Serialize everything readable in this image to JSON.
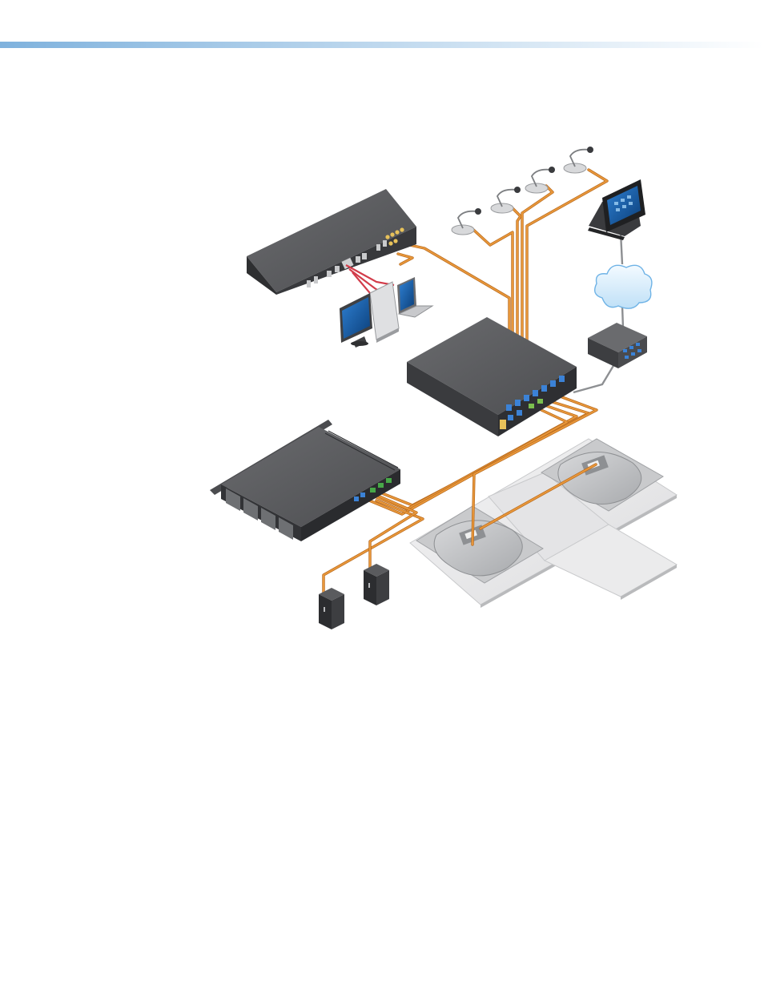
{
  "header": {
    "bar_start_color": "#7fb2dd",
    "bar_end_color": "#ffffff"
  },
  "diagram": {
    "cable_color": "#e8973a",
    "cable_edge_color": "#b86a1e",
    "video_cable_color": "#d23c4a",
    "device_top_color": "#5a5b5e",
    "device_front_color": "#3d3e41",
    "ceiling_tile_color": "#ededee",
    "components": [
      {
        "name": "av-switcher",
        "icon": "av-switcher-icon"
      },
      {
        "name": "desktop-computer",
        "icon": "desktop-computer-icon"
      },
      {
        "name": "laptop-computer",
        "icon": "laptop-icon"
      },
      {
        "name": "gooseneck-microphone",
        "count": 4,
        "icon": "microphone-icon"
      },
      {
        "name": "touchpanel",
        "icon": "touchpanel-icon"
      },
      {
        "name": "network-cloud",
        "icon": "cloud-icon"
      },
      {
        "name": "network-switch",
        "icon": "network-switch-icon"
      },
      {
        "name": "audio-dsp-processor",
        "icon": "dsp-processor-icon"
      },
      {
        "name": "power-amplifier",
        "icon": "amplifier-icon"
      },
      {
        "name": "ceiling-speaker",
        "count": 2,
        "icon": "ceiling-speaker-icon"
      },
      {
        "name": "surface-speaker",
        "count": 2,
        "icon": "speaker-icon"
      }
    ]
  }
}
